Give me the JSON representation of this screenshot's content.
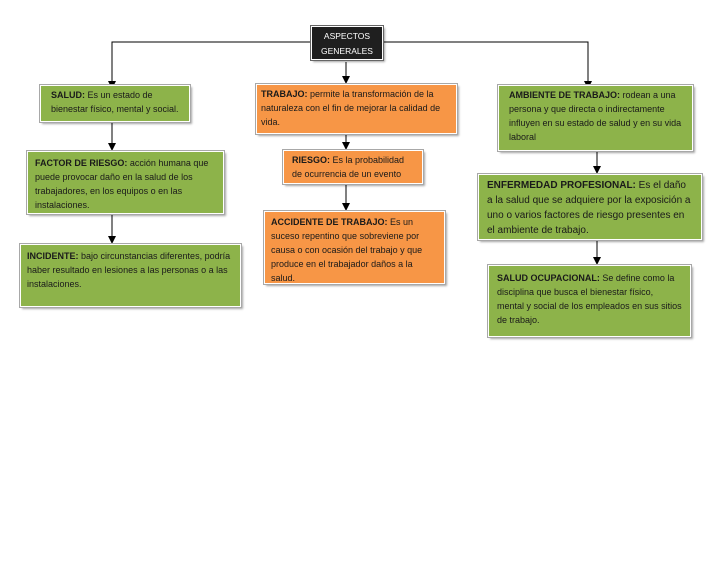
{
  "root": {
    "line1": "ASPECTOS",
    "line2": "GENERALES"
  },
  "nodes": {
    "salud": {
      "title": "SALUD:",
      "text": " Es un estado de bienestar físico, mental y social."
    },
    "trabajo": {
      "title": "TRABAJO:",
      "text": " permite la transformación de la naturaleza con el fin de mejorar la calidad de vida."
    },
    "ambiente": {
      "title": "AMBIENTE DE TRABAJO:",
      "text": " rodean a una persona y que directa o indirectamente influyen en su estado de salud y en su vida laboral"
    },
    "factor": {
      "title": "FACTOR DE RIESGO:",
      "text": " acción humana que puede provocar daño en la salud de los trabajadores, en los equipos o en las instalaciones."
    },
    "riesgo": {
      "title": "RIESGO:",
      "text": " Es la probabilidad de ocurrencia de un evento"
    },
    "enfermedad": {
      "title": "ENFERMEDAD PROFESIONAL:",
      "text": " Es el daño a la salud que se adquiere por la exposición a uno o varios factores de riesgo presentes en el ambiente de trabajo."
    },
    "accidente": {
      "title": "ACCIDENTE DE TRABAJO:",
      "text": " Es un suceso repentino que sobreviene por causa o con ocasión del trabajo y que produce en el trabajador daños a la salud."
    },
    "incidente": {
      "title": "INCIDENTE:",
      "text": " bajo circunstancias diferentes, podría haber resultado en lesiones a las personas o a las instalaciones."
    },
    "ocupacional": {
      "title": "SALUD OCUPACIONAL:",
      "text": " Se define como la disciplina que busca el bienestar físico, mental y social de los empleados en sus sitios de trabajo."
    }
  },
  "colors": {
    "green": "#8db34a",
    "orange": "#f79646",
    "dark": "#1f1f1f"
  }
}
